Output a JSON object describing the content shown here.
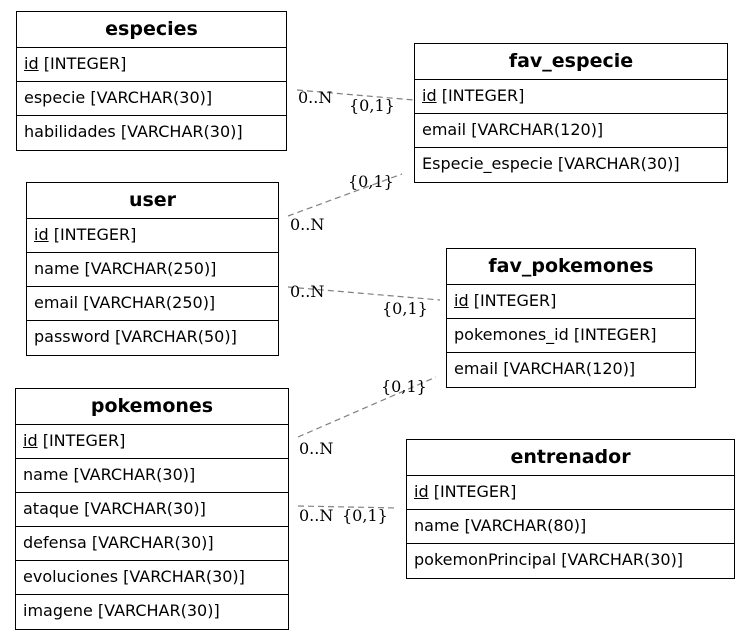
{
  "entities": {
    "especies": {
      "name": "especies",
      "fields": [
        {
          "pk": "id",
          "type": " [INTEGER]"
        },
        {
          "text": "especie [VARCHAR(30)]"
        },
        {
          "text": "habilidades [VARCHAR(30)]"
        }
      ]
    },
    "fav_especie": {
      "name": "fav_especie",
      "fields": [
        {
          "pk": "id",
          "type": " [INTEGER]"
        },
        {
          "text": "email [VARCHAR(120)]"
        },
        {
          "text": "Especie_especie [VARCHAR(30)]"
        }
      ]
    },
    "user": {
      "name": "user",
      "fields": [
        {
          "pk": "id",
          "type": " [INTEGER]"
        },
        {
          "text": "name [VARCHAR(250)]"
        },
        {
          "text": "email [VARCHAR(250)]"
        },
        {
          "text": "password [VARCHAR(50)]"
        }
      ]
    },
    "fav_pokemones": {
      "name": "fav_pokemones",
      "fields": [
        {
          "pk": "id",
          "type": " [INTEGER]"
        },
        {
          "text": "pokemones_id [INTEGER]"
        },
        {
          "text": "email [VARCHAR(120)]"
        }
      ]
    },
    "pokemones": {
      "name": "pokemones",
      "fields": [
        {
          "pk": "id",
          "type": " [INTEGER]"
        },
        {
          "text": "name [VARCHAR(30)]"
        },
        {
          "text": "ataque [VARCHAR(30)]"
        },
        {
          "text": "defensa [VARCHAR(30)]"
        },
        {
          "text": "evoluciones [VARCHAR(30)]"
        },
        {
          "text": "imagene [VARCHAR(30)]"
        }
      ]
    },
    "entrenador": {
      "name": "entrenador",
      "fields": [
        {
          "pk": "id",
          "type": " [INTEGER]"
        },
        {
          "text": "name [VARCHAR(80)]"
        },
        {
          "text": "pokemonPrincipal [VARCHAR(30)]"
        }
      ]
    }
  },
  "relations": [
    {
      "from": "especies",
      "to": "fav_especie",
      "from_card": "0..N",
      "to_card": "{0,1}"
    },
    {
      "from": "user",
      "to": "fav_especie",
      "from_card": "0..N",
      "to_card": "{0,1}"
    },
    {
      "from": "user",
      "to": "fav_pokemones",
      "from_card": "0..N",
      "to_card": "{0,1}"
    },
    {
      "from": "pokemones",
      "to": "fav_pokemones",
      "from_card": "0..N",
      "to_card": "{0,1}"
    },
    {
      "from": "pokemones",
      "to": "entrenador",
      "from_card": "0..N",
      "to_card": "{0,1}"
    }
  ],
  "colors": {
    "line": "#808080",
    "border": "#000000",
    "background": "#ffffff"
  }
}
